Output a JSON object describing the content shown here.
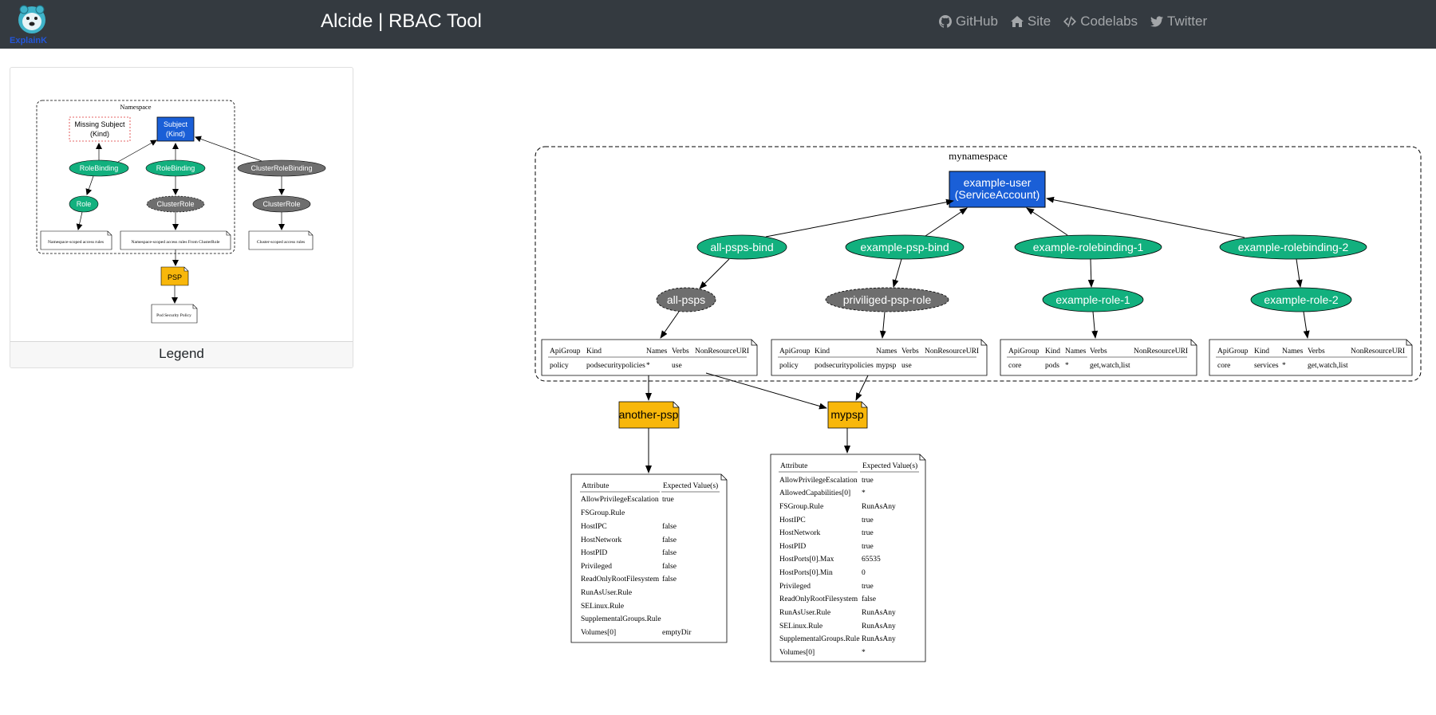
{
  "navbar": {
    "brand_text": "ExplainK",
    "title": "Alcide | RBAC Tool",
    "links": [
      {
        "label": "GitHub",
        "icon": "github-icon"
      },
      {
        "label": "Site",
        "icon": "home-icon"
      },
      {
        "label": "Codelabs",
        "icon": "code-icon"
      },
      {
        "label": "Twitter",
        "icon": "twitter-icon"
      }
    ]
  },
  "legend": {
    "footer": "Legend",
    "namespace_label": "Namespace",
    "missing_subject": [
      "Missing Subject",
      "(Kind)"
    ],
    "subject": [
      "Subject",
      "(Kind)"
    ],
    "rolebinding": "RoleBinding",
    "clusterrolebinding": "ClusterRoleBinding",
    "role": "Role",
    "clusterrole": "ClusterRole",
    "ns_rules": "Namespace-scoped access rules",
    "ns_rules_from_cr": "Namespace-scoped access rules From ClusterRole",
    "cluster_rules": "Cluster-scoped access rules",
    "psp": "PSP",
    "psp_note": "Pod Security Policy"
  },
  "graph": {
    "namespace": "mynamespace",
    "subject": [
      "example-user",
      "(ServiceAccount)"
    ],
    "bindings": [
      "all-psps-bind",
      "example-psp-bind",
      "example-rolebinding-1",
      "example-rolebinding-2"
    ],
    "roles": [
      "all-psps",
      "priviliged-psp-role",
      "example-role-1",
      "example-role-2"
    ],
    "rule_headers": [
      "ApiGroup",
      "Kind",
      "Names",
      "Verbs",
      "NonResourceURI"
    ],
    "rules": [
      [
        "policy",
        "podsecuritypolicies",
        "*",
        "use",
        ""
      ],
      [
        "policy",
        "podsecuritypolicies",
        "mypsp",
        "use",
        ""
      ],
      [
        "core",
        "pods",
        "*",
        "get,watch,list",
        ""
      ],
      [
        "core",
        "services",
        "*",
        "get,watch,list",
        ""
      ]
    ],
    "psps": [
      "another-psp",
      "mypsp"
    ],
    "psp_headers": [
      "Attribute",
      "Expected Value(s)"
    ],
    "another_psp_attrs": [
      [
        "AllowPrivilegeEscalation",
        "true"
      ],
      [
        "FSGroup.Rule",
        ""
      ],
      [
        "HostIPC",
        "false"
      ],
      [
        "HostNetwork",
        "false"
      ],
      [
        "HostPID",
        "false"
      ],
      [
        "Privileged",
        "false"
      ],
      [
        "ReadOnlyRootFilesystem",
        "false"
      ],
      [
        "RunAsUser.Rule",
        ""
      ],
      [
        "SELinux.Rule",
        ""
      ],
      [
        "SupplementalGroups.Rule",
        ""
      ],
      [
        "Volumes[0]",
        "emptyDir"
      ]
    ],
    "mypsp_attrs": [
      [
        "AllowPrivilegeEscalation",
        "true"
      ],
      [
        "AllowedCapabilities[0]",
        "*"
      ],
      [
        "FSGroup.Rule",
        "RunAsAny"
      ],
      [
        "HostIPC",
        "true"
      ],
      [
        "HostNetwork",
        "true"
      ],
      [
        "HostPID",
        "true"
      ],
      [
        "HostPorts[0].Max",
        "65535"
      ],
      [
        "HostPorts[0].Min",
        "0"
      ],
      [
        "Privileged",
        "true"
      ],
      [
        "ReadOnlyRootFilesystem",
        "false"
      ],
      [
        "RunAsUser.Rule",
        "RunAsAny"
      ],
      [
        "SELinux.Rule",
        "RunAsAny"
      ],
      [
        "SupplementalGroups.Rule",
        "RunAsAny"
      ],
      [
        "Volumes[0]",
        "*"
      ]
    ]
  },
  "colors": {
    "navbar": "#343a40",
    "subject": "#1a5fd7",
    "binding": "#12b07e",
    "clusterrole": "#6e6e6e",
    "psp": "#f8b70b"
  }
}
